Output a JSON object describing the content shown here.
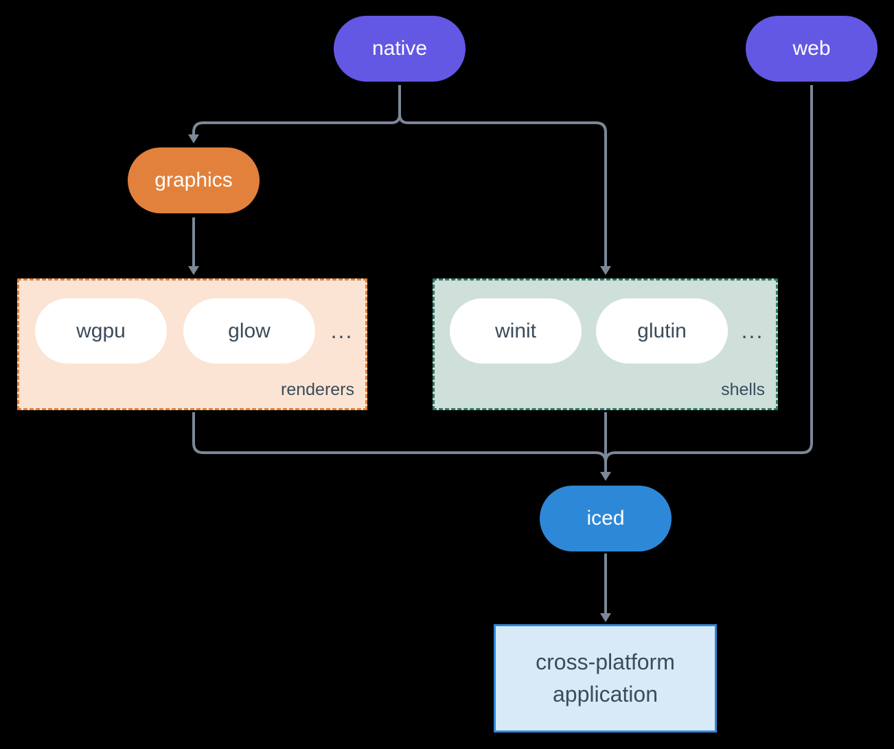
{
  "diagram": {
    "nodes": {
      "native": {
        "label": "native"
      },
      "web": {
        "label": "web"
      },
      "graphics": {
        "label": "graphics"
      },
      "iced": {
        "label": "iced"
      },
      "application": {
        "line1": "cross-platform",
        "line2": "application"
      }
    },
    "groups": {
      "renderers": {
        "label": "renderers",
        "items": [
          "wgpu",
          "glow"
        ],
        "ellipsis": "..."
      },
      "shells": {
        "label": "shells",
        "items": [
          "winit",
          "glutin"
        ],
        "ellipsis": "..."
      }
    }
  },
  "colors": {
    "background": "#000000",
    "platform_pill": "#6358e3",
    "graphics_pill": "#e2813c",
    "iced_pill": "#2e88d8",
    "renderers_box_bg": "#fbe4d3",
    "renderers_box_border": "#e0813d",
    "shells_box_bg": "#cfdfda",
    "shells_box_border": "#2a7a68",
    "app_box_bg": "#d8e9f8",
    "app_box_border": "#2e88d8",
    "inner_pill_bg": "#ffffff",
    "dark_text": "#3b4b5a",
    "connector": "#7b8898"
  }
}
